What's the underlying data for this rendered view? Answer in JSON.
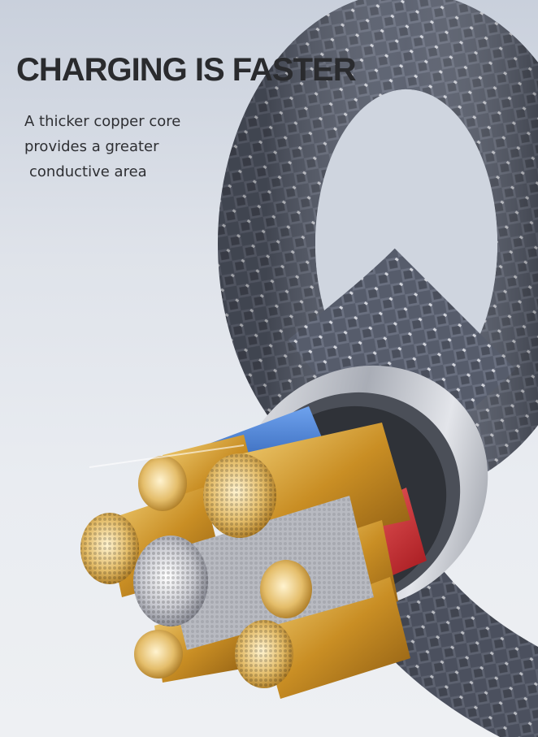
{
  "headline": "CHARGING IS FASTER",
  "description_lines": [
    "A thicker copper core",
    "provides a greater",
    "conductive area"
  ],
  "colors": {
    "background": "#dfe3ea",
    "braid": "#5b6170",
    "copper": "#d9a63c",
    "tinned": "#c9c9cf",
    "insulation_blue": "#2f6fd0",
    "insulation_red": "#d2232a",
    "insulation_green": "#2f8a45"
  }
}
